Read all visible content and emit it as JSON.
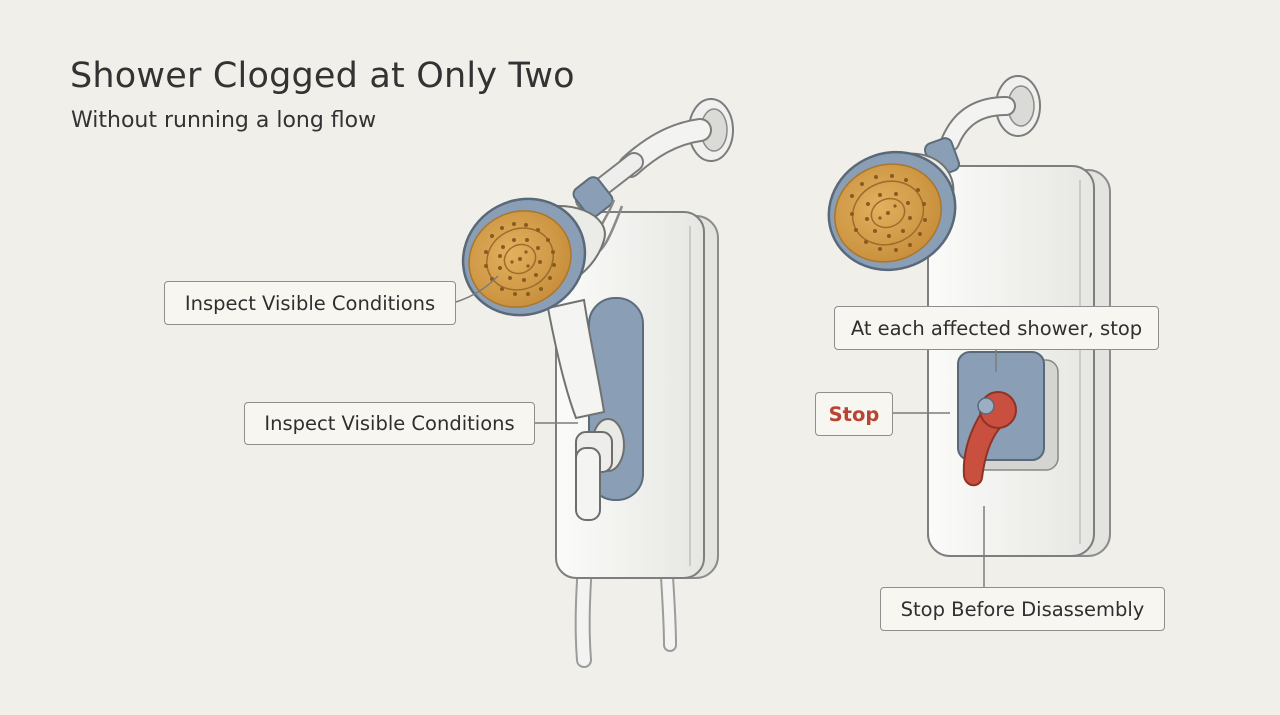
{
  "header": {
    "title": "Shower Clogged at Only Two",
    "subtitle": "Without running a long flow"
  },
  "left_shower": {
    "callouts": [
      "Inspect Visible Conditions",
      "Inspect Visible Conditions"
    ]
  },
  "right_shower": {
    "callouts": [
      "At each affected shower, stop",
      "Stop",
      "Stop Before Disassembly"
    ]
  },
  "colors": {
    "background": "#f1efe9",
    "faceplate": "#d9a24a",
    "accent_blue": "#8a9fb5",
    "lever_red": "#c9503e",
    "stop_text": "#b84434"
  }
}
